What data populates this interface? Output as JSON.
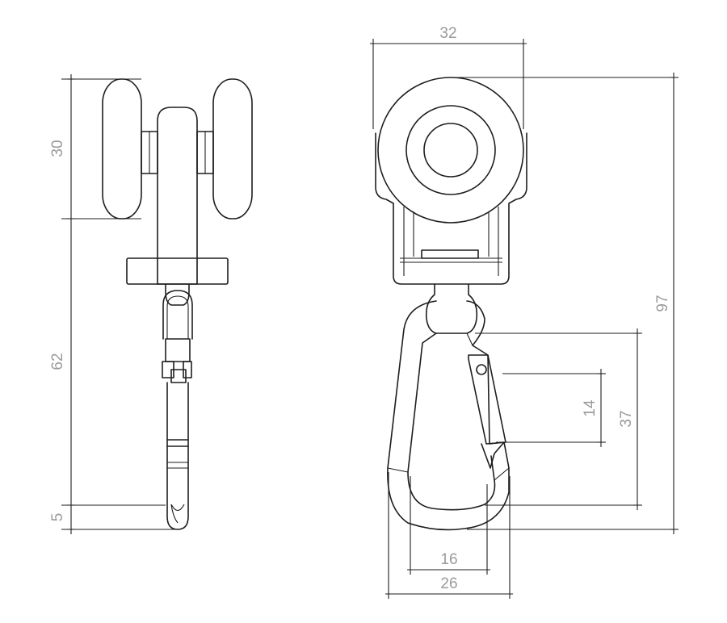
{
  "drawing": {
    "line_color": "#1e1e1e",
    "text_color": "#9a9a9a",
    "side_view": {
      "dimensions": {
        "wheel_height": "30",
        "body_length": "62",
        "hook_tip": "5"
      }
    },
    "front_view": {
      "dimensions": {
        "overall_width": "32",
        "overall_height": "97",
        "hook_length": "37",
        "gate_opening": "14",
        "hook_inner_width": "16",
        "hook_outer_width": "26"
      }
    }
  }
}
